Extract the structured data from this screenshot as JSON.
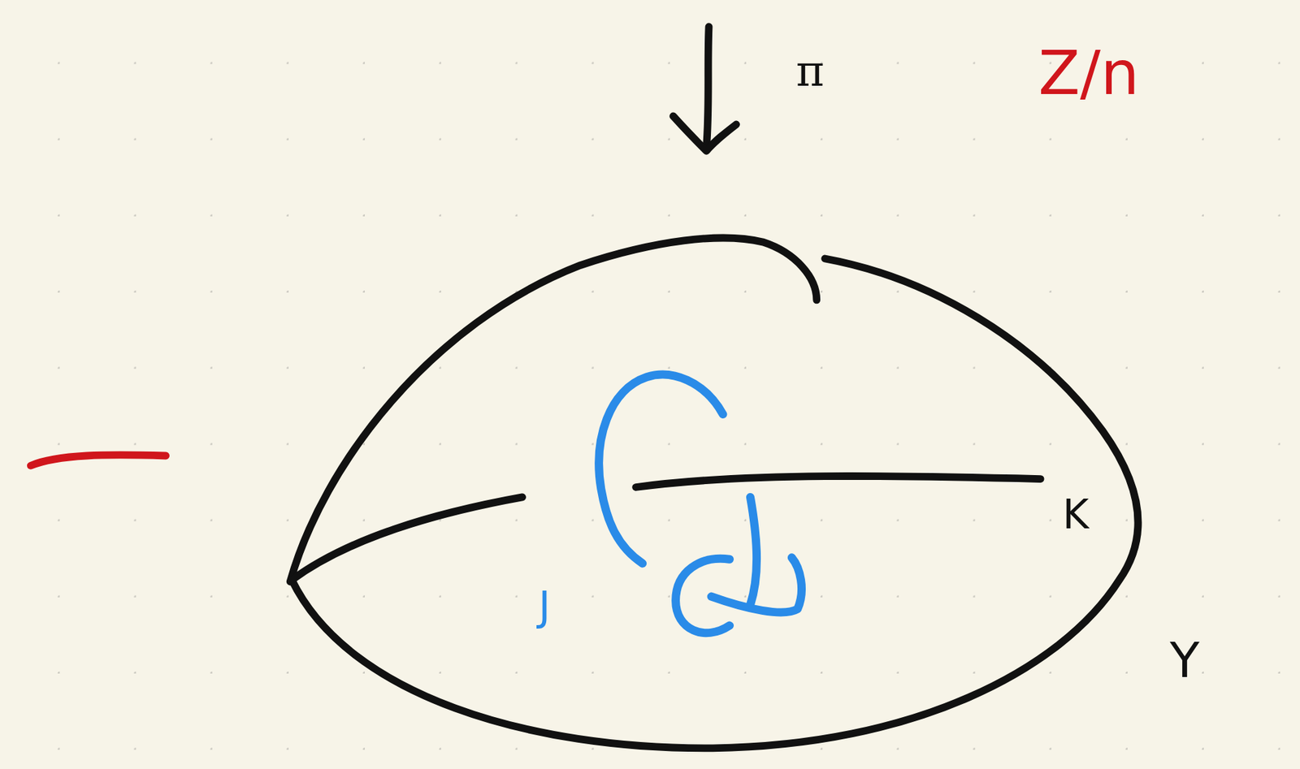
{
  "diagram": {
    "labels": [
      "π",
      "Z/n",
      "K",
      "J",
      "Y"
    ]
  }
}
